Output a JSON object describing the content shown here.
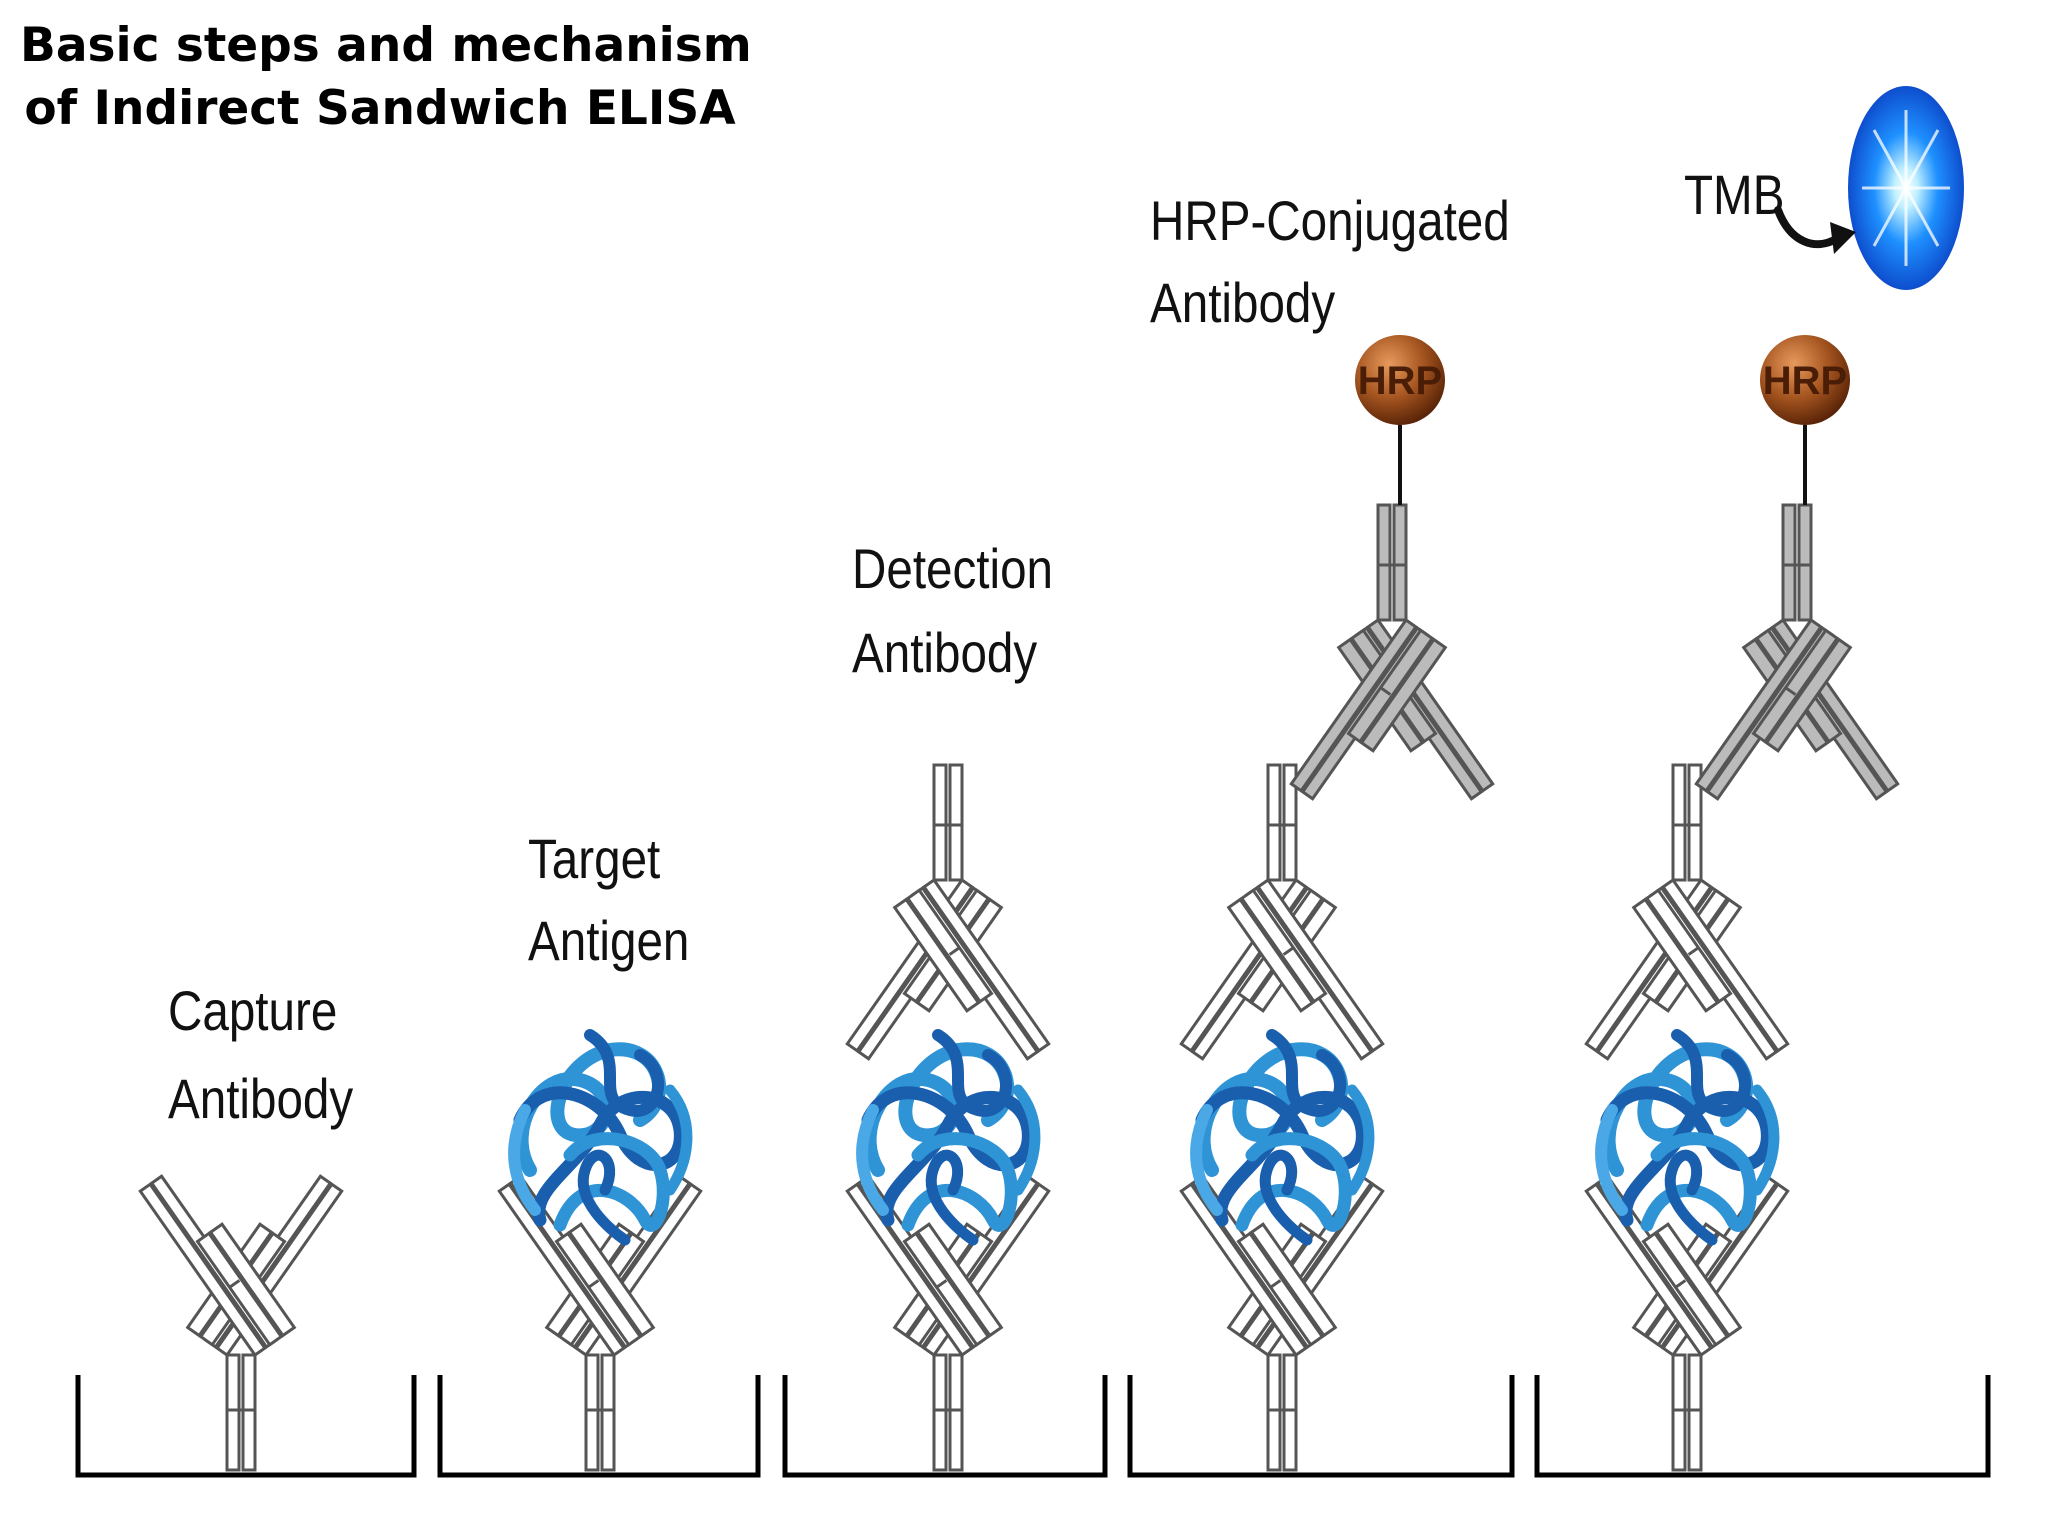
{
  "title": {
    "line1": "Basic steps and mechanism",
    "line2": "of Indirect Sandwich ELISA"
  },
  "steps": [
    {
      "label_line1": "Capture",
      "label_line2": "Antibody"
    },
    {
      "label_line1": "Target",
      "label_line2": "Antigen"
    },
    {
      "label_line1": "Detection",
      "label_line2": "Antibody"
    },
    {
      "label_line1": "HRP-Conjugated",
      "label_line2": "Antibody"
    },
    {
      "label_line1": "TMB"
    }
  ],
  "enzyme_label": "HRP",
  "colors": {
    "antigen_light": "#2f94d6",
    "antigen_dark": "#1a5fae",
    "hrp_bead": "#a4541f",
    "signal": "#1e90ff",
    "plate_line": "#000000",
    "antibody_outline": "#555555",
    "conjugated_antibody_fill": "#bbbbbb"
  },
  "icons": [
    "antibody-icon",
    "antigen-icon",
    "hrp-bead-icon",
    "curved-arrow-icon",
    "signal-burst-icon"
  ]
}
